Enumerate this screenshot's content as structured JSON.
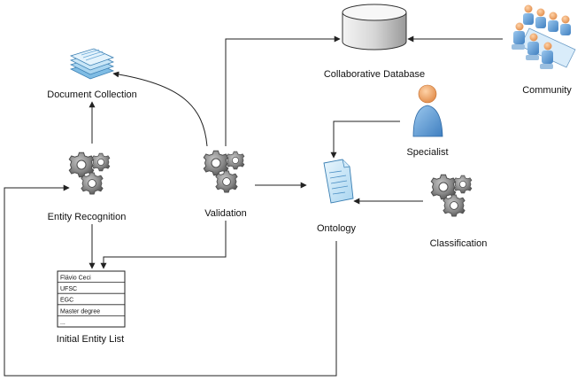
{
  "nodes": {
    "document_collection": "Document Collection",
    "collaborative_database": "Collaborative Database",
    "community": "Community",
    "specialist": "Specialist",
    "entity_recognition": "Entity Recognition",
    "validation": "Validation",
    "ontology": "Ontology",
    "classification": "Classification",
    "initial_entity_list": "Initial Entity List"
  },
  "entity_list_rows": [
    "Flávio Ceci",
    "UFSC",
    "EGC",
    "Master degree",
    "..."
  ],
  "icons": {
    "document_collection": "stacked-documents-icon",
    "collaborative_database": "database-cylinder-icon",
    "community": "meeting-group-icon",
    "specialist": "person-icon",
    "processes": "gears-icon",
    "ontology": "document-icon"
  },
  "colors": {
    "gear": "#8a8a8a",
    "gear_dark": "#5c5c5c",
    "document_blue": "#a9d5f0",
    "person_orange": "#f0a86a",
    "person_blue": "#5b9bd5",
    "database_gray": "#d4d4d4",
    "edge": "#222222"
  }
}
